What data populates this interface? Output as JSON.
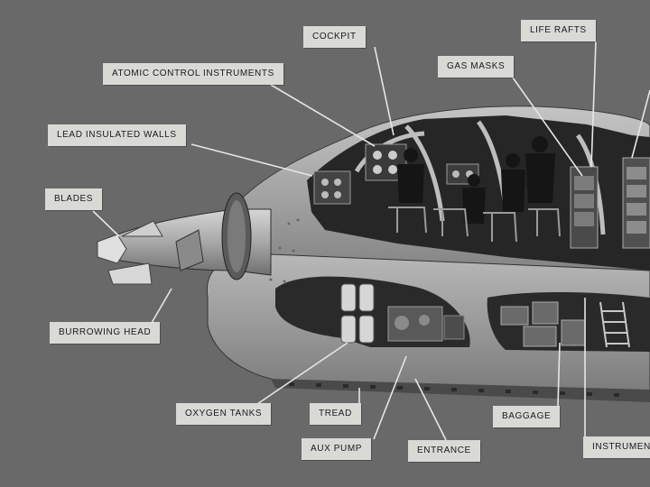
{
  "labels": {
    "cockpit": "COCKPIT",
    "life_rafts": "LIFE RAFTS",
    "atomic_control_instruments": "ATOMIC CONTROL INSTRUMENTS",
    "gas_masks": "GAS MASKS",
    "lead_insulated_walls": "LEAD INSULATED WALLS",
    "blades": "BLADES",
    "burrowing_head": "BURROWING HEAD",
    "oxygen_tanks": "OXYGEN TANKS",
    "tread": "TREAD",
    "baggage": "BAGGAGE",
    "aux_pump": "AUX PUMP",
    "entrance": "ENTRANCE",
    "instruments": "INSTRUMENT"
  },
  "colors": {
    "background": "#6e6e6e",
    "hull": "#a9a9a9",
    "interior": "#2e2e2e",
    "label_bg": "#d9d9d6",
    "leader_line": "#e6e6e6"
  }
}
